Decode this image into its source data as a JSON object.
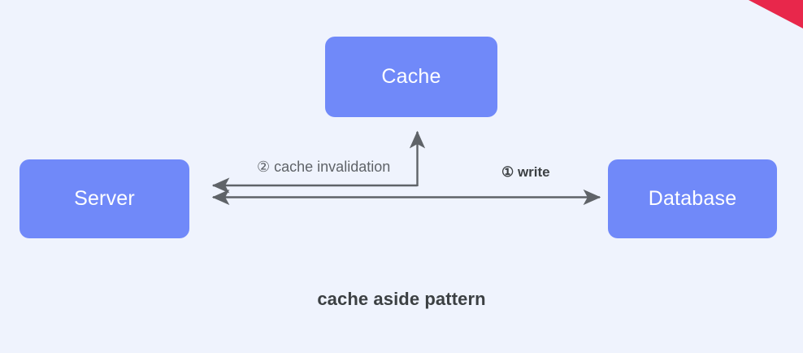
{
  "diagram": {
    "caption": "cache aside pattern",
    "background_color": "#eff3fd",
    "node_color": "#7089f9",
    "node_text_color": "#ffffff",
    "arrow_color": "#5f6368",
    "accent_color": "#e8274b",
    "nodes": [
      {
        "id": "cache",
        "label": "Cache"
      },
      {
        "id": "server",
        "label": "Server"
      },
      {
        "id": "database",
        "label": "Database"
      }
    ],
    "edges": [
      {
        "id": "write",
        "label": "① write",
        "step": "①",
        "text": "write",
        "from": "server",
        "to": "database",
        "style": "bidirectional-horizontal"
      },
      {
        "id": "cache-invalidation",
        "label": "② cache invalidation",
        "step": "②",
        "text": "cache invalidation",
        "from": "database",
        "to": "server",
        "branch_to": "cache",
        "style": "elbow-left-with-up-branch"
      }
    ],
    "decoration": {
      "corner_flag": "red-triangle-top-right"
    }
  }
}
